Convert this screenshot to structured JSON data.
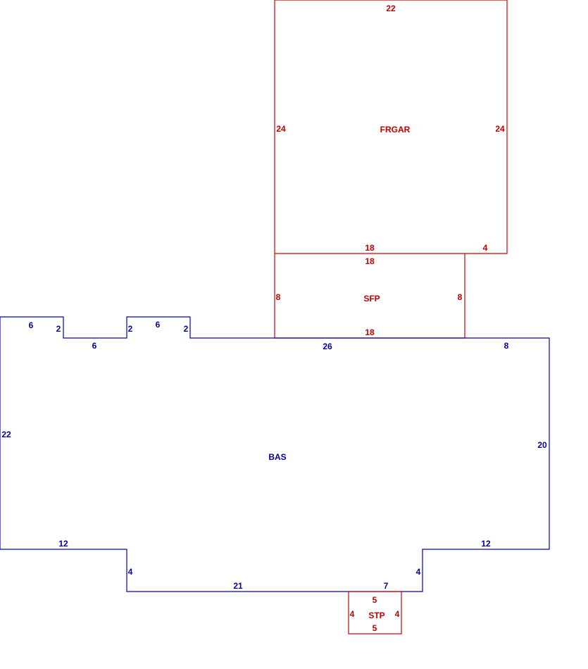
{
  "colors": {
    "blue": "#0000c0",
    "red": "#d00000",
    "blue_text": "#0000a0",
    "red_text": "#c00000"
  },
  "areas": {
    "frgar": {
      "name": "FRGAR",
      "dims": {
        "top": "22",
        "left": "24",
        "right": "24",
        "bottom_inner": "18",
        "bottom_step": "4"
      }
    },
    "sfp": {
      "name": "SFP",
      "dims": {
        "top": "18",
        "left": "8",
        "right": "8",
        "bottom": "18"
      }
    },
    "bas": {
      "name": "BAS",
      "dims": {
        "left_top_width": "6",
        "left_notch_right": "2",
        "notch_bottom": "6",
        "mid_notch_left": "2",
        "mid_top_width": "6",
        "mid_notch_right": "2",
        "top_center": "26",
        "top_right": "8",
        "left_side": "22",
        "right_side": "20",
        "bottom_left": "12",
        "bottom_right": "12",
        "step_left": "4",
        "step_right": "4",
        "bottom_center": "21",
        "bottom_center_right": "7"
      }
    },
    "stp": {
      "name": "STP",
      "dims": {
        "top": "5",
        "left": "4",
        "right": "4",
        "bottom": "5"
      }
    }
  }
}
